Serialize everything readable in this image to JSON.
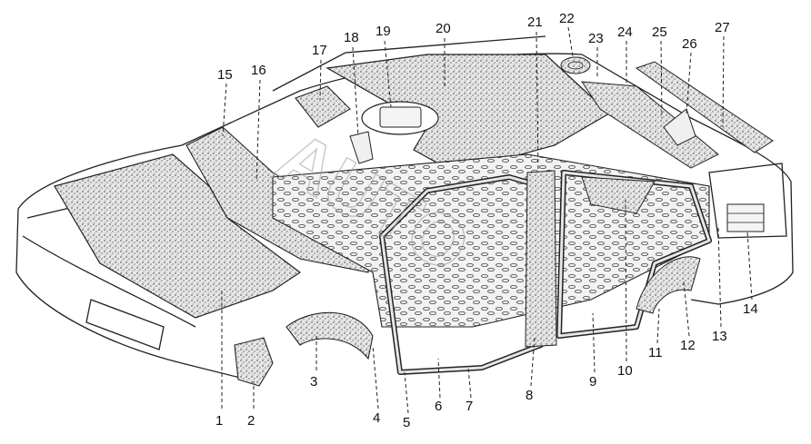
{
  "diagram": {
    "callouts": [
      "1",
      "2",
      "3",
      "4",
      "5",
      "6",
      "7",
      "8",
      "9",
      "10",
      "11",
      "12",
      "13",
      "14",
      "15",
      "16",
      "17",
      "18",
      "19",
      "20",
      "21",
      "22",
      "23",
      "24",
      "25",
      "26",
      "27"
    ],
    "watermark": "AUTO",
    "colors": {
      "ink": "#222222",
      "insulation_fill": "#d9d9d9",
      "background": "#ffffff"
    }
  }
}
